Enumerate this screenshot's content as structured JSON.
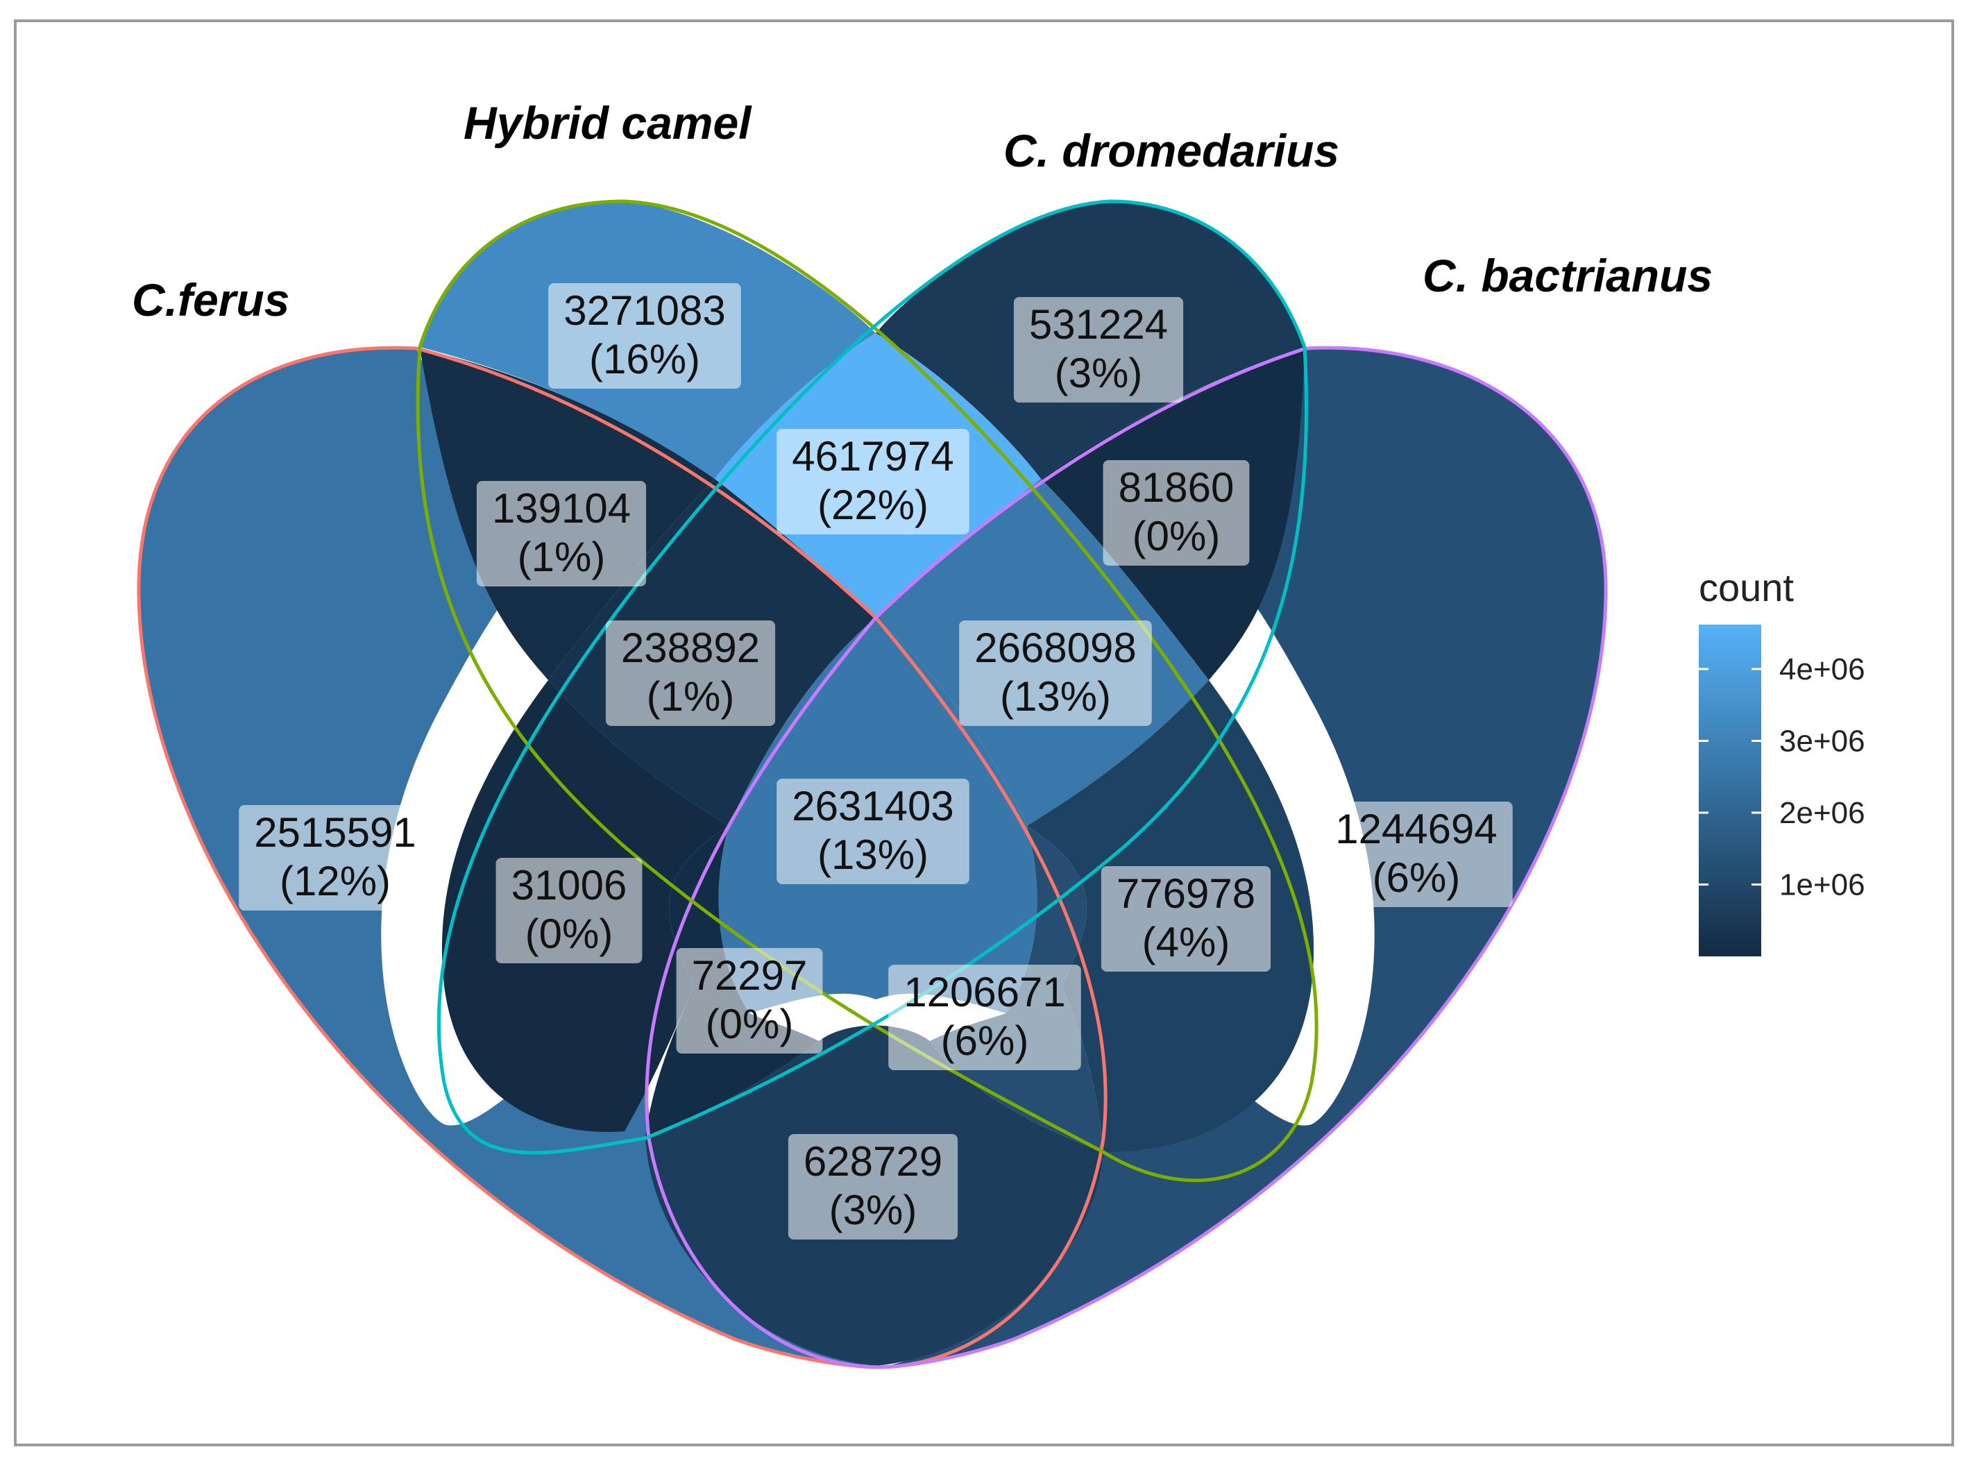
{
  "sets": [
    {
      "id": "ferus",
      "name": "C.ferus",
      "border": "#F8766D"
    },
    {
      "id": "hybrid",
      "name": "Hybrid camel",
      "border": "#7CAE00"
    },
    {
      "id": "dromedarius",
      "name": "C. dromedarius",
      "border": "#00BFC4"
    },
    {
      "id": "bactrianus",
      "name": "C. bactrianus",
      "border": "#C77CFF"
    }
  ],
  "regions": [
    {
      "id": "ferus-only",
      "sets": [
        "ferus"
      ],
      "count": 2515591,
      "count_text": "2515591",
      "percent_text": "(12%)"
    },
    {
      "id": "hybrid-only",
      "sets": [
        "hybrid"
      ],
      "count": 3271083,
      "count_text": "3271083",
      "percent_text": "(16%)"
    },
    {
      "id": "dromedarius-only",
      "sets": [
        "dromedarius"
      ],
      "count": 531224,
      "count_text": "531224",
      "percent_text": "(3%)"
    },
    {
      "id": "bactrianus-only",
      "sets": [
        "bactrianus"
      ],
      "count": 1244694,
      "count_text": "1244694",
      "percent_text": "(6%)"
    },
    {
      "id": "ferus-hybrid",
      "sets": [
        "ferus",
        "hybrid"
      ],
      "count": 139104,
      "count_text": "139104",
      "percent_text": "(1%)"
    },
    {
      "id": "hybrid-dromedarius",
      "sets": [
        "hybrid",
        "dromedarius"
      ],
      "count": 4617974,
      "count_text": "4617974",
      "percent_text": "(22%)"
    },
    {
      "id": "dromedarius-bactrianus",
      "sets": [
        "dromedarius",
        "bactrianus"
      ],
      "count": 81860,
      "count_text": "81860",
      "percent_text": "(0%)"
    },
    {
      "id": "ferus-hybrid-dromedarius",
      "sets": [
        "ferus",
        "hybrid",
        "dromedarius"
      ],
      "count": 238892,
      "count_text": "238892",
      "percent_text": "(1%)"
    },
    {
      "id": "hybrid-dromedarius-bactrianus",
      "sets": [
        "hybrid",
        "dromedarius",
        "bactrianus"
      ],
      "count": 2668098,
      "count_text": "2668098",
      "percent_text": "(13%)"
    },
    {
      "id": "all-four",
      "sets": [
        "ferus",
        "hybrid",
        "dromedarius",
        "bactrianus"
      ],
      "count": 2631403,
      "count_text": "2631403",
      "percent_text": "(13%)"
    },
    {
      "id": "ferus-dromedarius",
      "sets": [
        "ferus",
        "dromedarius"
      ],
      "count": 31006,
      "count_text": "31006",
      "percent_text": "(0%)"
    },
    {
      "id": "hybrid-bactrianus",
      "sets": [
        "hybrid",
        "bactrianus"
      ],
      "count": 776978,
      "count_text": "776978",
      "percent_text": "(4%)"
    },
    {
      "id": "ferus-dromedarius-bactrianus",
      "sets": [
        "ferus",
        "dromedarius",
        "bactrianus"
      ],
      "count": 72297,
      "count_text": "72297",
      "percent_text": "(0%)"
    },
    {
      "id": "ferus-hybrid-bactrianus",
      "sets": [
        "ferus",
        "hybrid",
        "bactrianus"
      ],
      "count": 1206671,
      "count_text": "1206671",
      "percent_text": "(6%)"
    },
    {
      "id": "ferus-bactrianus",
      "sets": [
        "ferus",
        "bactrianus"
      ],
      "count": 628729,
      "count_text": "628729",
      "percent_text": "(3%)"
    }
  ],
  "legend": {
    "title": "count",
    "min": 0,
    "max": 4617974,
    "color_low": "#132B43",
    "color_high": "#56B1F7",
    "ticks": [
      {
        "value": 4000000,
        "label": "4e+06"
      },
      {
        "value": 3000000,
        "label": "3e+06"
      },
      {
        "value": 2000000,
        "label": "2e+06"
      },
      {
        "value": 1000000,
        "label": "1e+06"
      }
    ]
  }
}
